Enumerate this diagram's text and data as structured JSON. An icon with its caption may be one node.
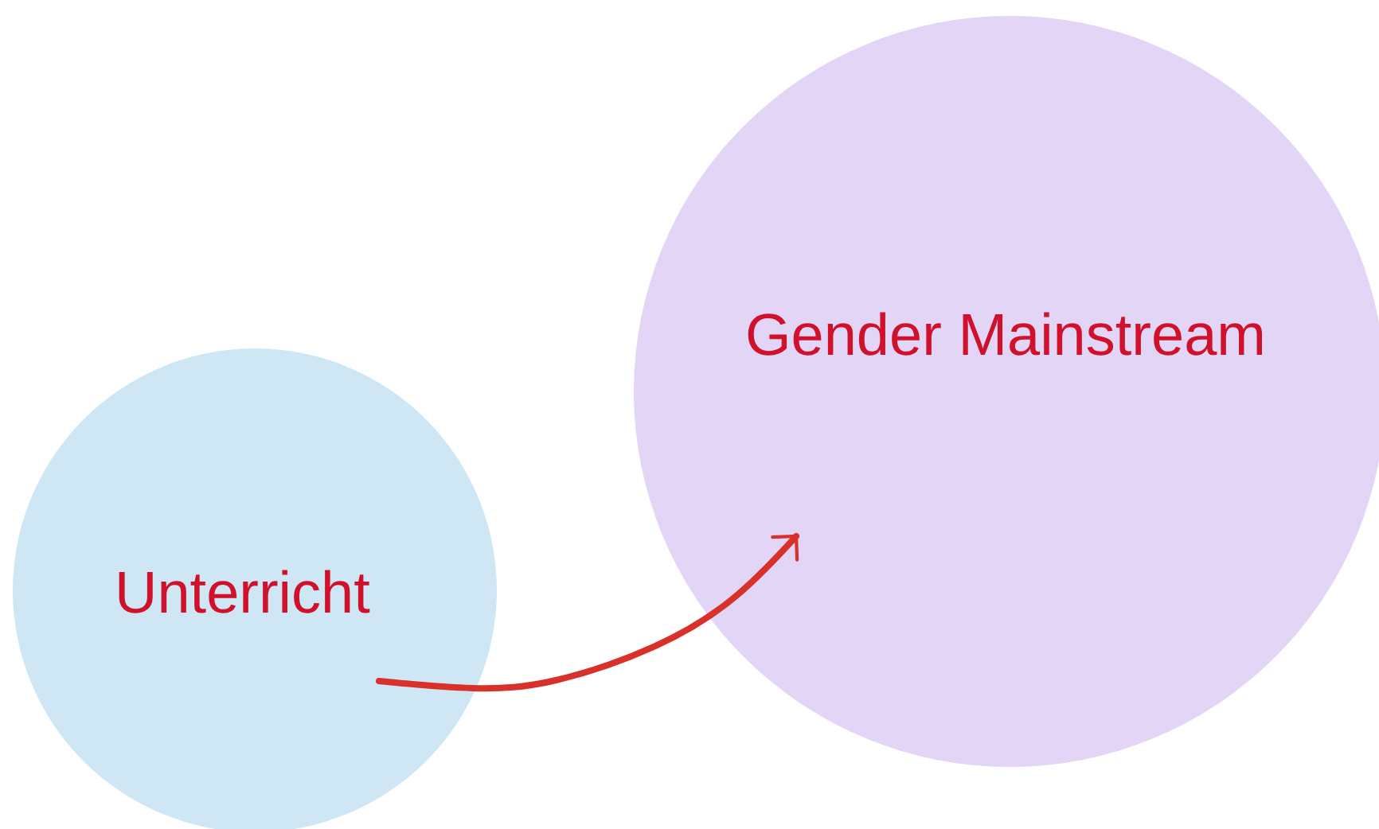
{
  "diagram": {
    "nodes": [
      {
        "text": [
          "Unterricht"
        ]
      },
      {
        "text": [
          "Gender Mainstream"
        ]
      }
    ],
    "edges": [
      {
        "from": 0,
        "to": 1,
        "arrow": "to",
        "color": "#d9302a"
      }
    ]
  }
}
